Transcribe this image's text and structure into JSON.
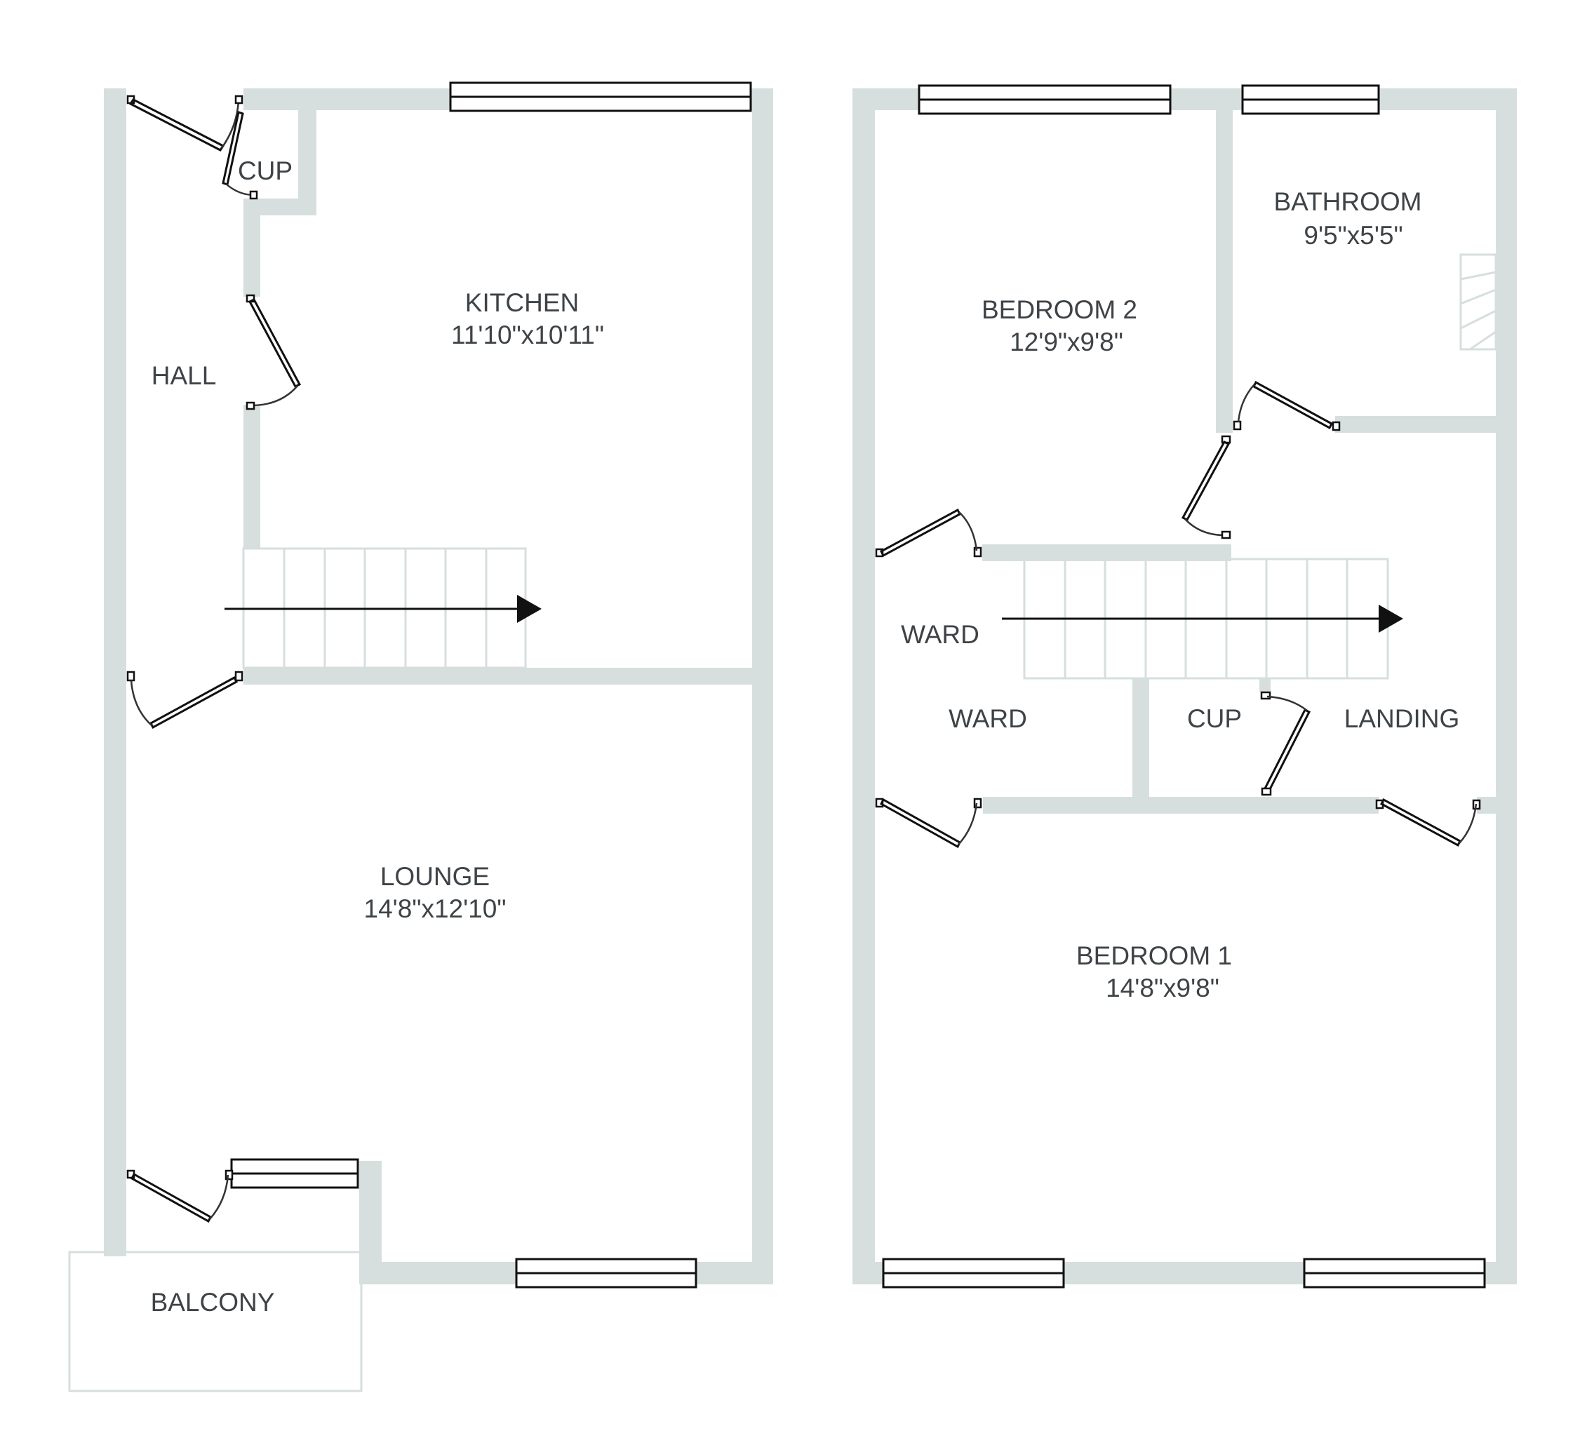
{
  "rooms": {
    "cup_ground": "CUP",
    "hall": "HALL",
    "kitchen": {
      "name": "KITCHEN",
      "size": "11'10\"x10'11\""
    },
    "lounge": {
      "name": "LOUNGE",
      "size": "14'8\"x12'10\""
    },
    "balcony": "BALCONY",
    "bedroom2": {
      "name": "BEDROOM 2",
      "size": "12'9\"x9'8\""
    },
    "bathroom": {
      "name": "BATHROOM",
      "size": "9'5\"x5'5\""
    },
    "ward_upper": "WARD",
    "ward_lower": "WARD",
    "cup_first": "CUP",
    "landing": "LANDING",
    "bedroom1": {
      "name": "BEDROOM 1",
      "size": "14'8\"x9'8\""
    }
  },
  "colors": {
    "wall": "#d6dfdd",
    "text": "#3e4347",
    "line": "#111111"
  }
}
